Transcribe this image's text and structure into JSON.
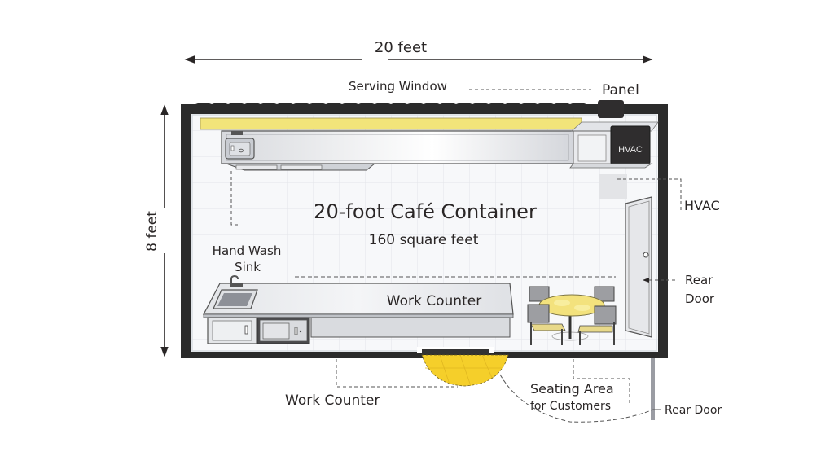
{
  "diagram": {
    "title": "20-foot Café Container",
    "subtitle": "160 square feet",
    "dimensions": {
      "width_label": "20 feet",
      "height_label": "8 feet"
    },
    "labels": {
      "serving_window": "Serving Window",
      "panel": "Panel",
      "hvac_unit": "HVAC",
      "hvac_callout": "HVAC",
      "hand_wash_sink_line1": "Hand Wash",
      "hand_wash_sink_line2": "Sink",
      "work_counter_inside": "Work Counter",
      "work_counter_outside": "Work Counter",
      "rear_door_side_line1": "Rear",
      "rear_door_side_line2": "Door",
      "seating_area_line1": "Seating Area",
      "seating_area_line2": "for Customers",
      "rear_door_bottom": "Rear Door"
    },
    "colors": {
      "wall": "#2b2b2b",
      "floor": "#f7f8fa",
      "grid": "#e3e5e9",
      "serving_window": "#f2e47a",
      "door_swing": "#f5cf2a",
      "table": "#f3e27d",
      "steel": "#d9dbe0",
      "hvac": "#2f2d2e"
    }
  }
}
